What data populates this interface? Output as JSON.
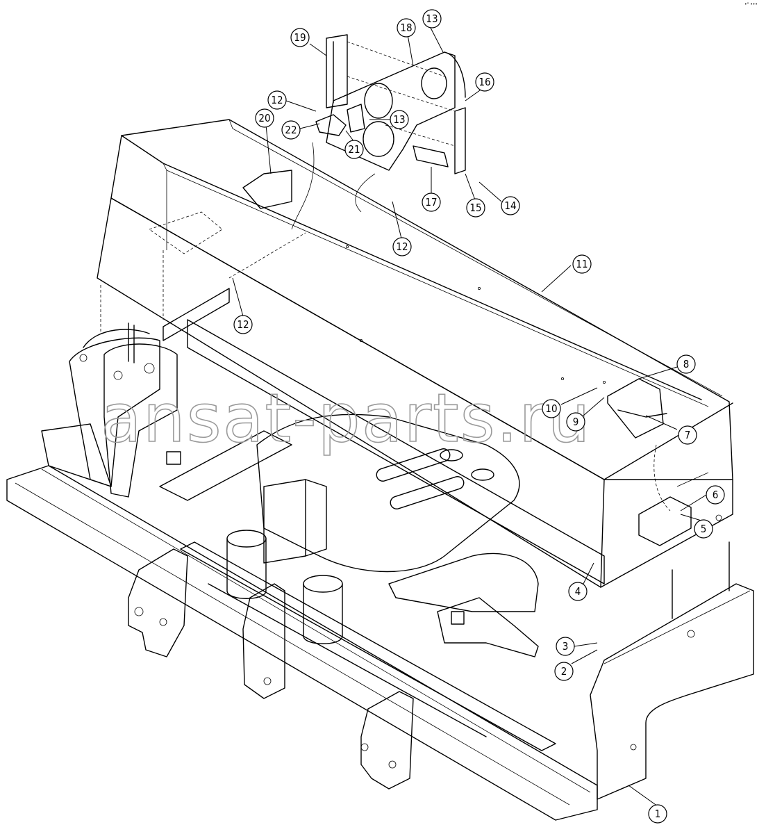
{
  "watermark": "ansat-parts.ru",
  "corner_mark": "•\" •••",
  "callouts": [
    {
      "id": "1",
      "label": "1"
    },
    {
      "id": "2",
      "label": "2"
    },
    {
      "id": "3",
      "label": "3"
    },
    {
      "id": "4",
      "label": "4"
    },
    {
      "id": "5",
      "label": "5"
    },
    {
      "id": "6",
      "label": "6"
    },
    {
      "id": "7",
      "label": "7"
    },
    {
      "id": "8",
      "label": "8"
    },
    {
      "id": "9",
      "label": "9"
    },
    {
      "id": "10",
      "label": "10"
    },
    {
      "id": "11",
      "label": "11"
    },
    {
      "id": "12a",
      "label": "12"
    },
    {
      "id": "12b",
      "label": "12"
    },
    {
      "id": "12c",
      "label": "12"
    },
    {
      "id": "13a",
      "label": "13"
    },
    {
      "id": "13b",
      "label": "13"
    },
    {
      "id": "14",
      "label": "14"
    },
    {
      "id": "15",
      "label": "15"
    },
    {
      "id": "16",
      "label": "16"
    },
    {
      "id": "17",
      "label": "17"
    },
    {
      "id": "18",
      "label": "18"
    },
    {
      "id": "19",
      "label": "19"
    },
    {
      "id": "20",
      "label": "20"
    },
    {
      "id": "21",
      "label": "21"
    },
    {
      "id": "22",
      "label": "22"
    }
  ]
}
